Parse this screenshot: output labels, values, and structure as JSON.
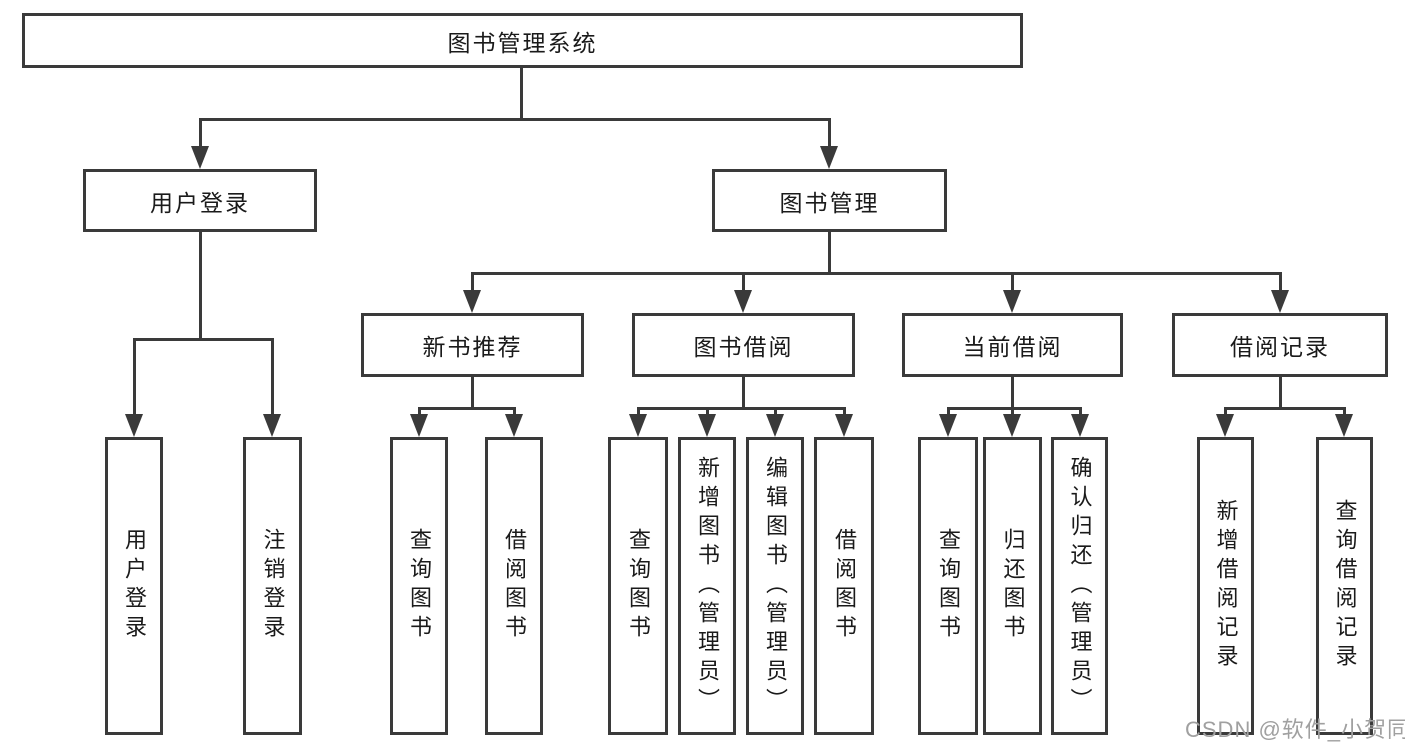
{
  "colors": {
    "background": "#ffffff",
    "line": "#3a3a3a",
    "text": "#1a1a1a",
    "watermark": "#a0a0a0"
  },
  "watermark": {
    "text": "CSDN @软件_小贺同学"
  },
  "tree": {
    "root": {
      "label": "图书管理系统"
    },
    "branches": [
      {
        "label": "用户登录",
        "leaves": [
          {
            "label": "用户登录"
          },
          {
            "label": "注销登录"
          }
        ]
      },
      {
        "label": "图书管理",
        "groups": [
          {
            "label": "新书推荐",
            "leaves": [
              {
                "label": "查询图书"
              },
              {
                "label": "借阅图书"
              }
            ]
          },
          {
            "label": "图书借阅",
            "leaves": [
              {
                "label": "查询图书"
              },
              {
                "label": "新增图书（管理员）"
              },
              {
                "label": "编辑图书（管理员）"
              },
              {
                "label": "借阅图书"
              }
            ]
          },
          {
            "label": "当前借阅",
            "leaves": [
              {
                "label": "查询图书"
              },
              {
                "label": "归还图书"
              },
              {
                "label": "确认归还（管理员）"
              }
            ]
          },
          {
            "label": "借阅记录",
            "leaves": [
              {
                "label": "新增借阅记录"
              },
              {
                "label": "查询借阅记录"
              }
            ]
          }
        ]
      }
    ]
  }
}
